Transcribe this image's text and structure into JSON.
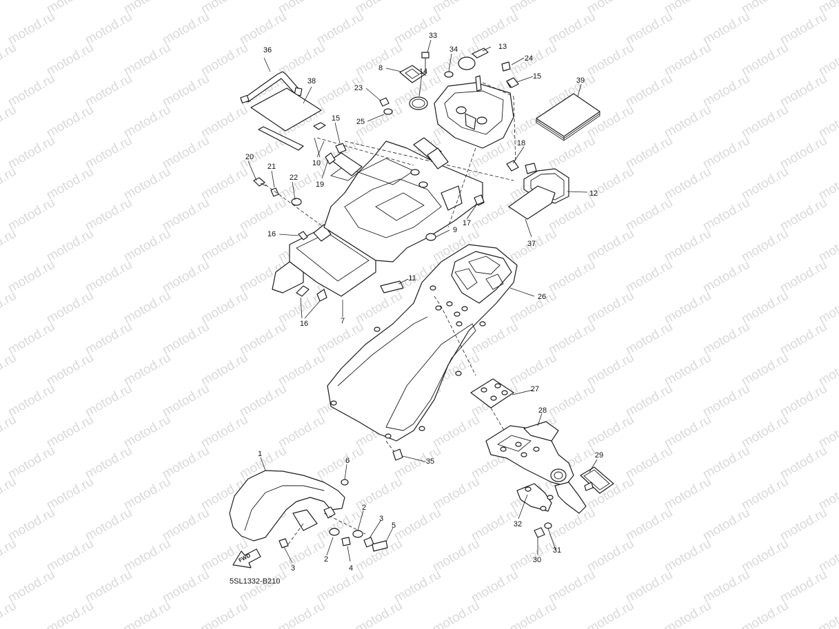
{
  "watermark": "motod.ru",
  "diagram_code": "5SL1332-B210",
  "fwd_label": "FWD",
  "callouts": [
    "1",
    "2",
    "2",
    "3",
    "3",
    "4",
    "5",
    "6",
    "7",
    "8",
    "9",
    "10",
    "11",
    "12",
    "13",
    "14",
    "15",
    "15",
    "16",
    "16",
    "17",
    "18",
    "19",
    "20",
    "21",
    "22",
    "23",
    "24",
    "25",
    "26",
    "27",
    "28",
    "29",
    "30",
    "31",
    "32",
    "33",
    "34",
    "35",
    "36",
    "37",
    "38",
    "39"
  ]
}
